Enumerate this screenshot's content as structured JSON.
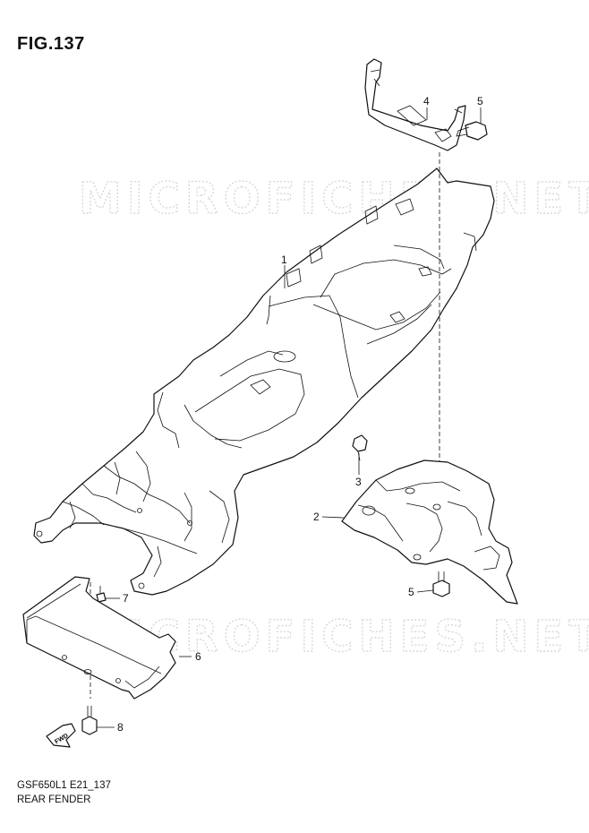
{
  "figure": {
    "title": "FIG.137",
    "model_code": "GSF650L1 E21_137",
    "caption": "REAR FENDER"
  },
  "watermark": {
    "text": "MICROFICHES.NET"
  },
  "fwd_marker": {
    "label": "FWD"
  },
  "callouts": [
    {
      "number": "1"
    },
    {
      "number": "2"
    },
    {
      "number": "3"
    },
    {
      "number": "4"
    },
    {
      "number": "5"
    },
    {
      "number": "5"
    },
    {
      "number": "6"
    },
    {
      "number": "7"
    },
    {
      "number": "8"
    }
  ]
}
